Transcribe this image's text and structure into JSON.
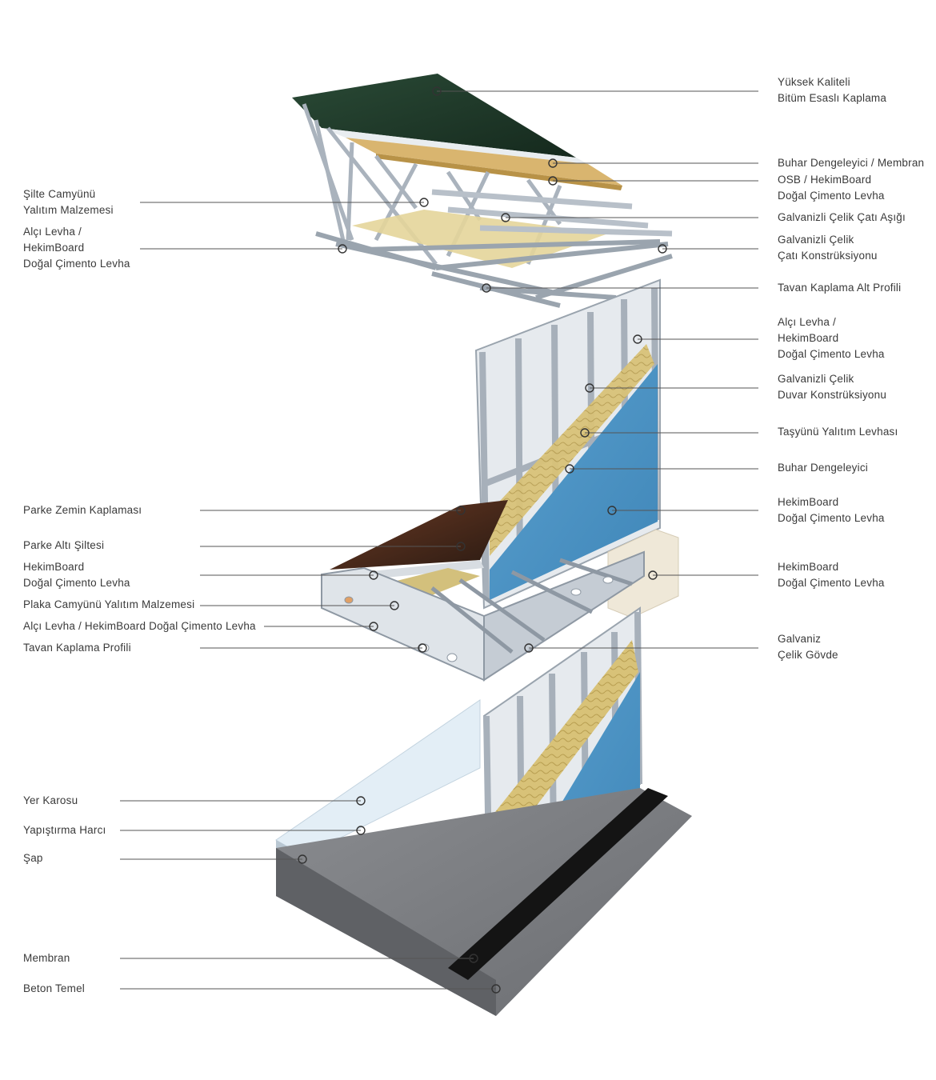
{
  "labels_left": [
    {
      "id": "sil-cam-yunu",
      "lines": [
        "Şilte Camyünü",
        "Yalıtım Malzemesi"
      ]
    },
    {
      "id": "alci-levha-top",
      "lines": [
        "Alçı Levha /",
        "HekimBoard",
        "Doğal Çimento Levha"
      ]
    },
    {
      "id": "parke-zemin",
      "lines": [
        "Parke Zemin Kaplaması"
      ]
    },
    {
      "id": "parke-alti",
      "lines": [
        "Parke Altı Şiltesi"
      ]
    },
    {
      "id": "hekimboard-floor",
      "lines": [
        "HekimBoard",
        "Doğal Çimento Levha"
      ]
    },
    {
      "id": "plaka-camyunu",
      "lines": [
        "Plaka Camyünü Yalıtım Malzemesi"
      ]
    },
    {
      "id": "alci-floor",
      "lines": [
        "Alçı Levha / HekimBoard Doğal Çimento Levha"
      ]
    },
    {
      "id": "tavan-kaplama-profili",
      "lines": [
        "Tavan Kaplama Profili"
      ]
    },
    {
      "id": "yer-karosu",
      "lines": [
        "Yer Karosu"
      ]
    },
    {
      "id": "yapistirma-harci",
      "lines": [
        "Yapıştırma Harcı"
      ]
    },
    {
      "id": "sap",
      "lines": [
        "Şap"
      ]
    },
    {
      "id": "membran",
      "lines": [
        "Membran"
      ]
    },
    {
      "id": "beton-temel",
      "lines": [
        "Beton Temel"
      ]
    }
  ],
  "labels_right": [
    {
      "id": "bitum",
      "lines": [
        "Yüksek Kaliteli",
        "Bitüm Esaslı Kaplama"
      ]
    },
    {
      "id": "buhar-membran",
      "lines": [
        "Buhar Dengeleyici / Membran"
      ]
    },
    {
      "id": "osb",
      "lines": [
        "OSB / HekimBoard",
        "Doğal Çimento Levha"
      ]
    },
    {
      "id": "cati-asigi",
      "lines": [
        "Galvanizli Çelik Çatı Aşığı"
      ]
    },
    {
      "id": "cati-konstruksiyonu",
      "lines": [
        "Galvanizli Çelik",
        "Çatı Konstrüksiyonu"
      ]
    },
    {
      "id": "tavan-alt-profili",
      "lines": [
        "Tavan Kaplama Alt Profili"
      ]
    },
    {
      "id": "alci-wall",
      "lines": [
        "Alçı Levha /",
        "HekimBoard",
        "Doğal Çimento Levha"
      ]
    },
    {
      "id": "duvar-konstruksiyonu",
      "lines": [
        "Galvanizli Çelik",
        "Duvar Konstrüksiyonu"
      ]
    },
    {
      "id": "tasyunu",
      "lines": [
        "Taşyünü Yalıtım Levhası"
      ]
    },
    {
      "id": "buhar-dengeleyici",
      "lines": [
        "Buhar Dengeleyici"
      ]
    },
    {
      "id": "hekimboard-wall",
      "lines": [
        "HekimBoard",
        "Doğal Çimento Levha"
      ]
    },
    {
      "id": "hekimboard-side",
      "lines": [
        "HekimBoard",
        "Doğal Çimento Levha"
      ]
    },
    {
      "id": "galvaniz-govde",
      "lines": [
        "Galvaniz",
        "Çelik Gövde"
      ]
    }
  ],
  "colors": {
    "text": "#3a3a3a",
    "leader": "#555555",
    "steel": "#c9d0d8",
    "steel_dark": "#8e98a3",
    "board_blue": "#4f95c4",
    "insulation": "#d8c278",
    "roof_green": "#1f3a2a",
    "osb": "#d9b56f",
    "concrete": "#7d7f83",
    "membrane": "#151515",
    "tile": "#e3eef6",
    "parquet": "#5a2f1e"
  }
}
